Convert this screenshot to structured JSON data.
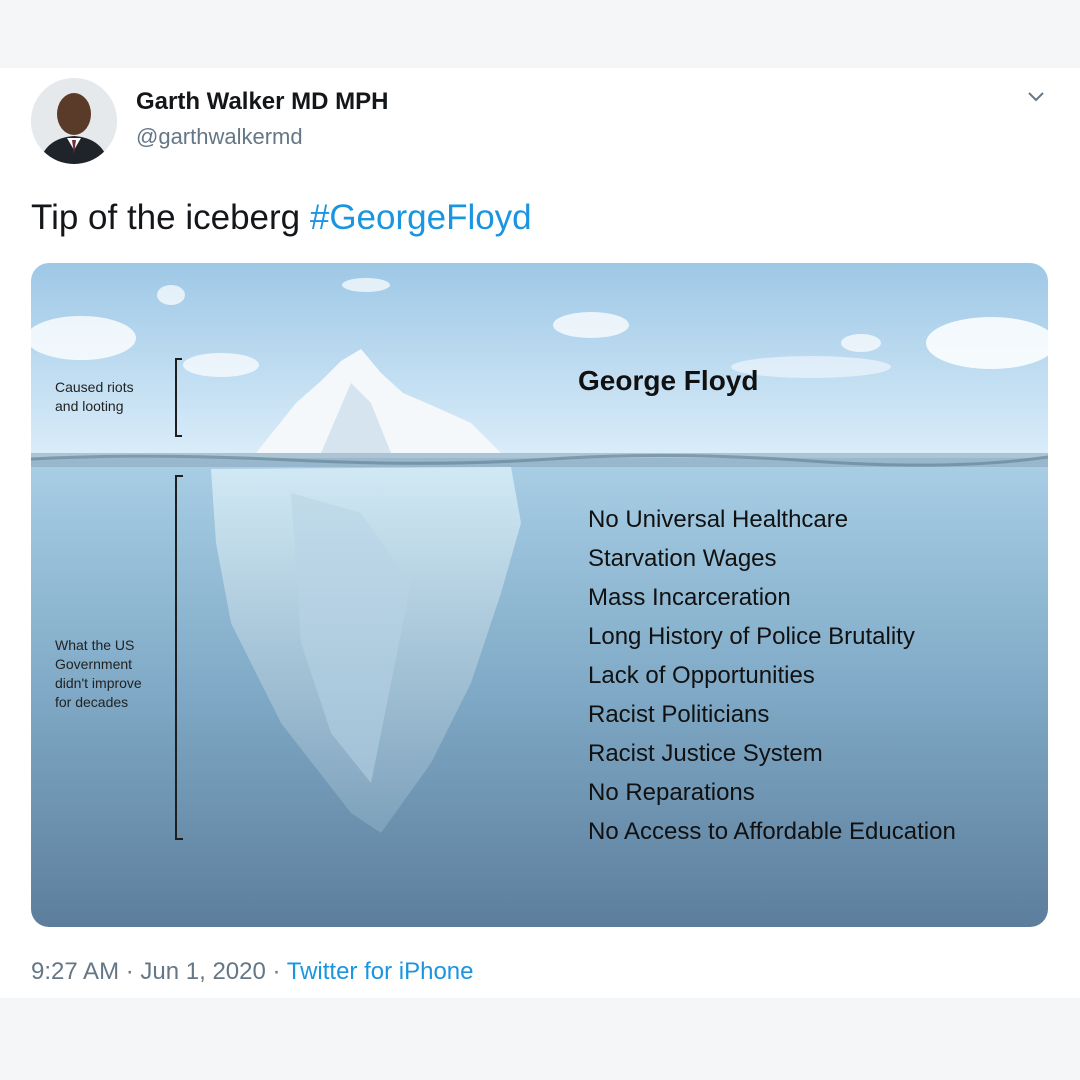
{
  "tweet": {
    "author_name": "Garth Walker MD MPH",
    "author_handle": "@garthwalkermd",
    "text": "Tip of the iceberg ",
    "hashtag": "#GeorgeFloyd",
    "time": "9:27 AM",
    "separator": " · ",
    "date": "Jun 1, 2020",
    "source": "Twitter for iPhone",
    "menu_icon": "chevron-down-icon"
  },
  "image": {
    "tip_label": "George Floyd",
    "above_label_lines": [
      "Caused riots",
      "and looting"
    ],
    "below_label_lines": [
      "What the US",
      "Government",
      "didn't improve",
      "for decades"
    ],
    "causes": [
      "No Universal Healthcare",
      "Starvation Wages",
      "Mass Incarceration",
      "Long History of Police Brutality",
      "Lack of Opportunities",
      "Racist Politicians",
      "Racist Justice System",
      "No Reparations",
      "No Access to Affordable Education"
    ]
  },
  "colors": {
    "link": "#1b95e0",
    "secondary_text": "#657786",
    "primary_text": "#14171a"
  }
}
